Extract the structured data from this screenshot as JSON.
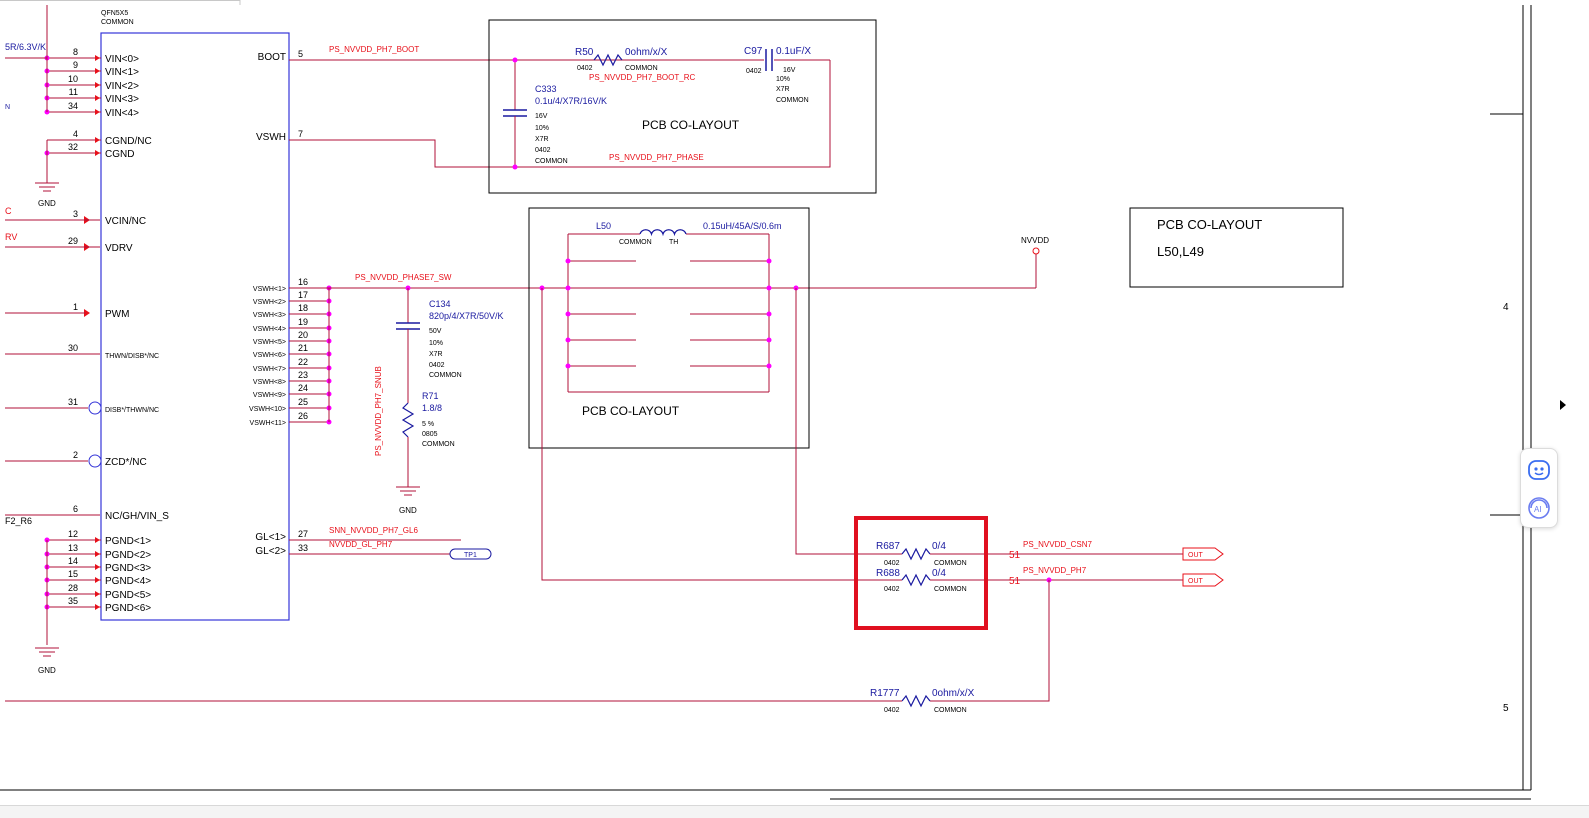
{
  "ic": {
    "pkg": "QFN5X5",
    "pkg_common": "COMMON",
    "left_pins": [
      {
        "num": "8",
        "name": "VIN<0>"
      },
      {
        "num": "9",
        "name": "VIN<1>"
      },
      {
        "num": "10",
        "name": "VIN<2>"
      },
      {
        "num": "11",
        "name": "VIN<3>"
      },
      {
        "num": "34",
        "name": "VIN<4>"
      },
      {
        "num": "4",
        "name": "CGND/NC"
      },
      {
        "num": "32",
        "name": "CGND"
      },
      {
        "num": "3",
        "name": "VCIN/NC"
      },
      {
        "num": "29",
        "name": "VDRV"
      },
      {
        "num": "1",
        "name": "PWM"
      },
      {
        "num": "30",
        "name": "THWN/DISB*/NC"
      },
      {
        "num": "31",
        "name": "DISB*/THWN/NC"
      },
      {
        "num": "2",
        "name": "ZCD*/NC"
      },
      {
        "num": "6",
        "name": "NC/GH/VIN_S"
      },
      {
        "num": "12",
        "name": "PGND<1>"
      },
      {
        "num": "13",
        "name": "PGND<2>"
      },
      {
        "num": "14",
        "name": "PGND<3>"
      },
      {
        "num": "15",
        "name": "PGND<4>"
      },
      {
        "num": "28",
        "name": "PGND<5>"
      },
      {
        "num": "35",
        "name": "PGND<6>"
      }
    ],
    "right_pins": [
      {
        "num": "5",
        "name": "BOOT"
      },
      {
        "num": "7",
        "name": "VSWH"
      },
      {
        "num": "16",
        "name": "VSWH<1>"
      },
      {
        "num": "17",
        "name": "VSWH<2>"
      },
      {
        "num": "18",
        "name": "VSWH<3>"
      },
      {
        "num": "19",
        "name": "VSWH<4>"
      },
      {
        "num": "20",
        "name": "VSWH<5>"
      },
      {
        "num": "21",
        "name": "VSWH<6>"
      },
      {
        "num": "22",
        "name": "VSWH<7>"
      },
      {
        "num": "23",
        "name": "VSWH<8>"
      },
      {
        "num": "24",
        "name": "VSWH<9>"
      },
      {
        "num": "25",
        "name": "VSWH<10>"
      },
      {
        "num": "26",
        "name": "VSWH<11>"
      },
      {
        "num": "27",
        "name": "GL<1>"
      },
      {
        "num": "33",
        "name": "GL<2>"
      }
    ]
  },
  "left_edge": {
    "cap": "5R/6.3V/K",
    "n": "N",
    "c": "C",
    "rv": "RV",
    "f2r6": "F2_R6"
  },
  "gnd": "GND",
  "nets": {
    "boot": "PS_NVVDD_PH7_BOOT",
    "boot_rc": "PS_NVVDD_PH7_BOOT_RC",
    "phase": "PS_NVVDD_PH7_PHASE",
    "phase7_sw": "PS_NVVDD_PHASE7_SW",
    "snub": "PS_NVVDD_PH7_SNUB",
    "gl6": "SNN_NVVDD_PH7_GL6",
    "gl_ph7": "NVVDD_GL_PH7",
    "csn7": "PS_NVVDD_CSN7",
    "ph7": "PS_NVVDD_PH7",
    "nvvdd": "NVVDD"
  },
  "parts": {
    "r50": {
      "ref": "R50",
      "val": "0ohm/x/X",
      "pkg": "0402",
      "cls": "COMMON"
    },
    "c97": {
      "ref": "C97",
      "val": "0.1uF/X",
      "pkg": "0402",
      "v": "16V",
      "tol": "10%",
      "dielec": "X7R",
      "cls": "COMMON"
    },
    "c333": {
      "ref": "C333",
      "val": "0.1u/4/X7R/16V/K",
      "v": "16V",
      "tol": "10%",
      "dielec": "X7R",
      "pkg": "0402",
      "cls": "COMMON"
    },
    "l50": {
      "ref": "L50",
      "val": "0.15uH/45A/S/0.6m",
      "cls": "COMMON",
      "th": "TH"
    },
    "c134": {
      "ref": "C134",
      "val": "820p/4/X7R/50V/K",
      "v": "50V",
      "tol": "10%",
      "dielec": "X7R",
      "pkg": "0402",
      "cls": "COMMON"
    },
    "r71": {
      "ref": "R71",
      "val": "1.8/8",
      "tol": "5 %",
      "pkg": "0805",
      "cls": "COMMON"
    },
    "r687": {
      "ref": "R687",
      "val": "0/4",
      "pkg": "0402",
      "cls": "COMMON"
    },
    "r688": {
      "ref": "R688",
      "val": "0/4",
      "pkg": "0402",
      "cls": "COMMON"
    },
    "r1777": {
      "ref": "R1777",
      "val": "0ohm/x/X",
      "pkg": "0402",
      "cls": "COMMON"
    }
  },
  "tp1": "TP1",
  "out": "OUT",
  "page_ref": "51",
  "pcb_colayout": "PCB CO-LAYOUT",
  "note": {
    "line1": "PCB CO-LAYOUT",
    "line2": "L50,L49"
  },
  "zone_4": "4",
  "zone_5": "5",
  "colors": {
    "wire": "#b0103a",
    "ic": "#3535d8",
    "text_blue": "#1a1aa0",
    "net_red": "#e8101a",
    "pin": "#ff00ff",
    "box": "#000000",
    "highlight": "#e01020"
  },
  "toolbar": {
    "icon1": "chat-bot-icon",
    "icon2": "headset-ai-icon",
    "ai_label": "AI"
  }
}
